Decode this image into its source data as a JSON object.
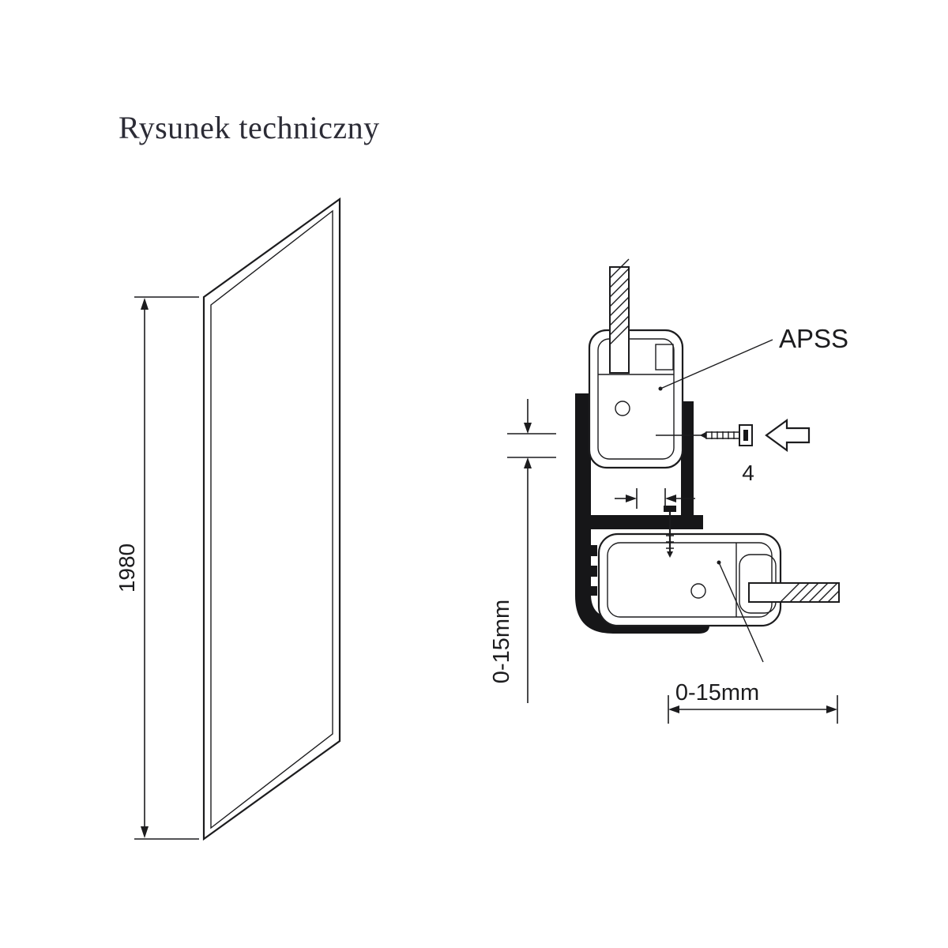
{
  "title": "Rysunek techniczny",
  "drawing": {
    "height_dim": "1980",
    "apss_label": "APSS",
    "screw_dim": "4",
    "vertical_adjust": "0-15mm",
    "horizontal_adjust": "0-15mm"
  },
  "colors": {
    "line": "#1c1c1e",
    "title_text": "#2c2c36",
    "background": "#ffffff"
  }
}
